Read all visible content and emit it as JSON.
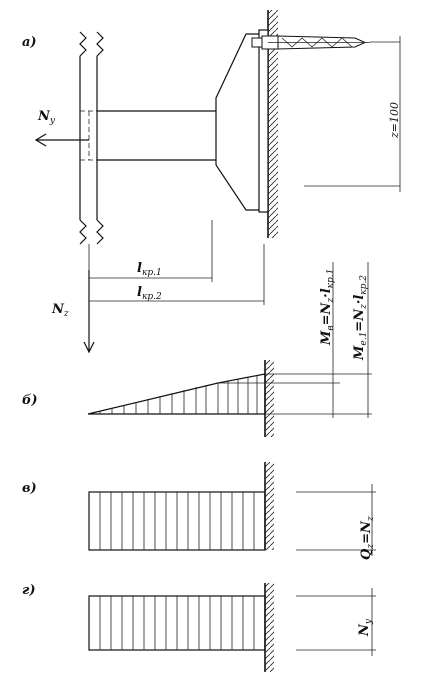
{
  "panels": {
    "a": "а)",
    "b": "б)",
    "v": "в)",
    "g": "г)"
  },
  "forces": {
    "ny_main": "N",
    "ny_sub": "y",
    "nz_main": "N",
    "nz_sub": "z"
  },
  "dimensions": {
    "z_label": "z=100",
    "lkr1_main": "l",
    "lkr1_sub": "кр.1",
    "lkr2_main": "l",
    "lkr2_sub": "кр.2"
  },
  "moments": {
    "m_b": "M",
    "m_b_sub": "в",
    "m_b_eq": "=N",
    "m_b_eq_sub": "z",
    "m_b_dot": "·l",
    "m_b_dot_sub": "кр.1",
    "m_e1": "M",
    "m_e1_sub": "е.1",
    "m_e1_eq": "=N",
    "m_e1_eq_sub": "z",
    "m_e1_dot": "·l",
    "m_e1_dot_sub": "кр.2"
  },
  "shear": {
    "q_main": "Q",
    "q_sub": "z",
    "q_eq": "=N",
    "q_eq_sub": "z"
  },
  "axial": {
    "n_main": "N",
    "n_sub": "y"
  }
}
